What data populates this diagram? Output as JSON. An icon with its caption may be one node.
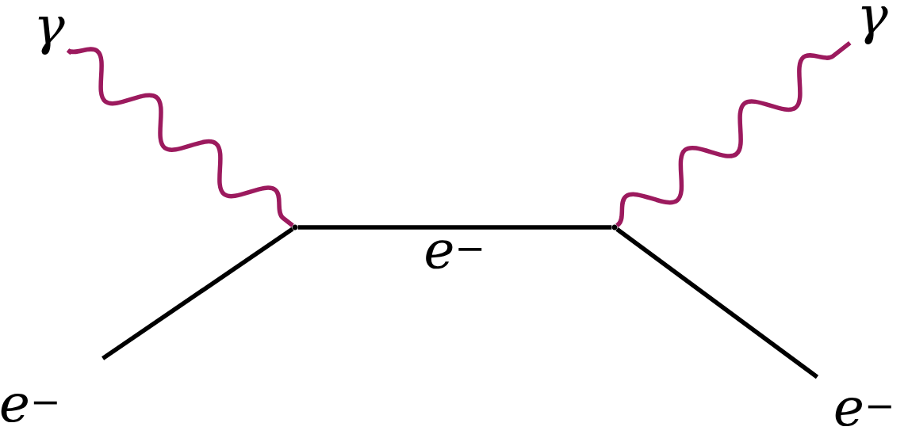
{
  "diagram": {
    "nodes": [
      {
        "text": [
          "γ"
        ]
      },
      {
        "text": [
          "γ"
        ]
      },
      {
        "text": [
          "e$^{−}$"
        ]
      },
      {
        "text": [
          "e$^{−}$"
        ]
      },
      {
        "text": [],
        "shape": "dot"
      },
      {
        "text": [],
        "shape": "dot"
      }
    ],
    "edges": [
      {
        "from": 0,
        "to": 4,
        "arrow": "none",
        "color": "#9c1a5e"
      },
      {
        "from": 2,
        "to": 4,
        "arrow": "none"
      },
      {
        "from": 4,
        "to": 5,
        "arrow": "none",
        "label": "e$^{−}$"
      },
      {
        "from": 5,
        "to": 1,
        "arrow": "none",
        "color": "#9c1a5e"
      },
      {
        "from": 5,
        "to": 3,
        "arrow": "none"
      }
    ]
  }
}
